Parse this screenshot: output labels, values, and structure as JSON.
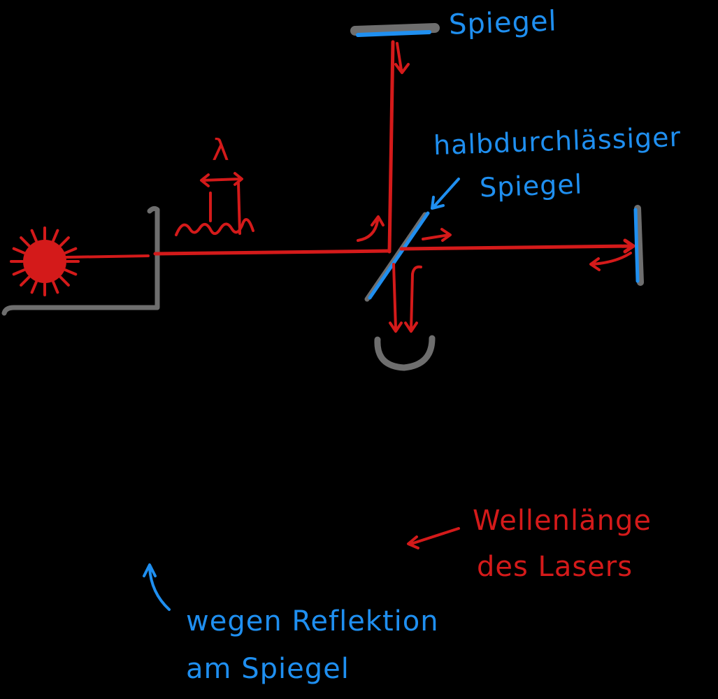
{
  "labels": {
    "mirror_top": "Spiegel",
    "beam_splitter_line1": "halbdurchlässiger",
    "beam_splitter_line2": "Spiegel",
    "lambda": "λ",
    "wavelength_line1": "Wellenlänge",
    "wavelength_line2": "des Lasers",
    "reflection_line1": "wegen Reflektion",
    "reflection_line2": "am Spiegel"
  },
  "colors": {
    "background": "#000000",
    "beam": "#d41a1a",
    "annotation": "#1f8ff0",
    "housing": "#6e6e6e"
  },
  "icons": {
    "laser_source": "sun-burst-icon",
    "detector": "cup-detector-icon"
  }
}
